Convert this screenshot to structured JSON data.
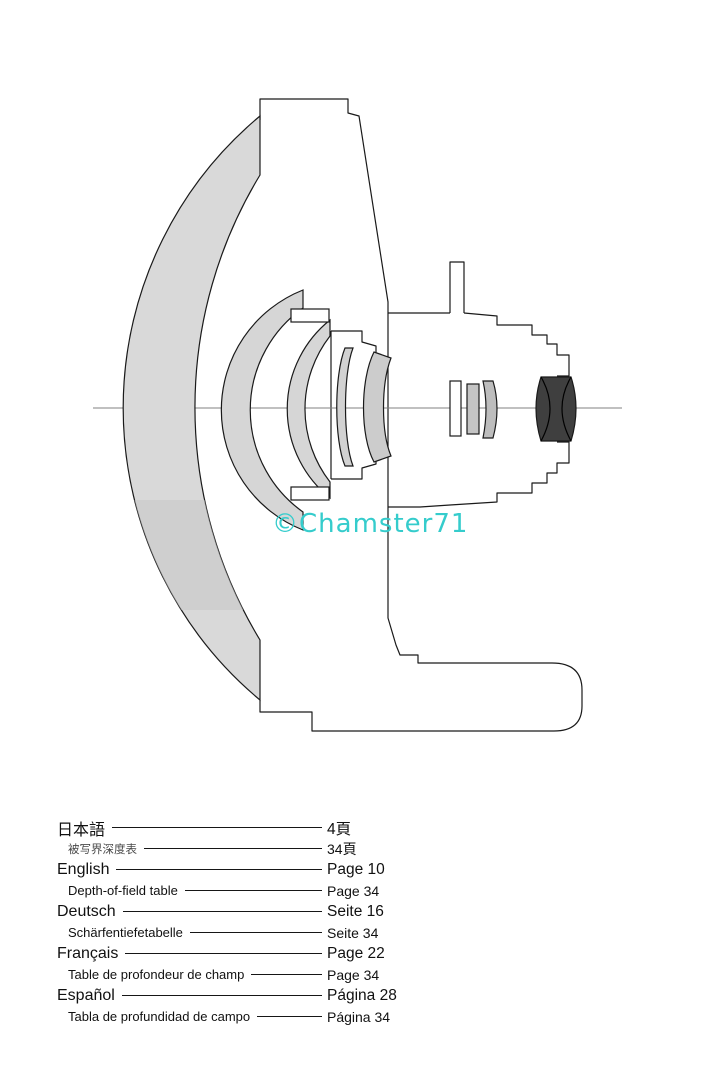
{
  "watermark": {
    "text": "©Chamster71",
    "color": "#35cccc"
  },
  "diagram": {
    "name": "lens-cross-section-diagram"
  },
  "colors": {
    "outline": "#1a1a1a",
    "glass": "#d9d9d9",
    "axis": "#808080"
  },
  "index": {
    "rows": [
      {
        "label": "日本語",
        "page": "4頁"
      },
      {
        "label": "被写界深度表",
        "page": "34頁"
      },
      {
        "label": "English",
        "page": "Page 10"
      },
      {
        "label": "Depth-of-field table",
        "page": "Page 34"
      },
      {
        "label": "Deutsch",
        "page": "Seite 16"
      },
      {
        "label": "Schärfentiefetabelle",
        "page": "Seite 34"
      },
      {
        "label": "Français",
        "page": "Page 22"
      },
      {
        "label": "Table de profondeur de champ",
        "page": "Page 34"
      },
      {
        "label": "Español",
        "page": "Página 28"
      },
      {
        "label": "Tabla de profundidad de campo",
        "page": "Página 34"
      }
    ]
  }
}
